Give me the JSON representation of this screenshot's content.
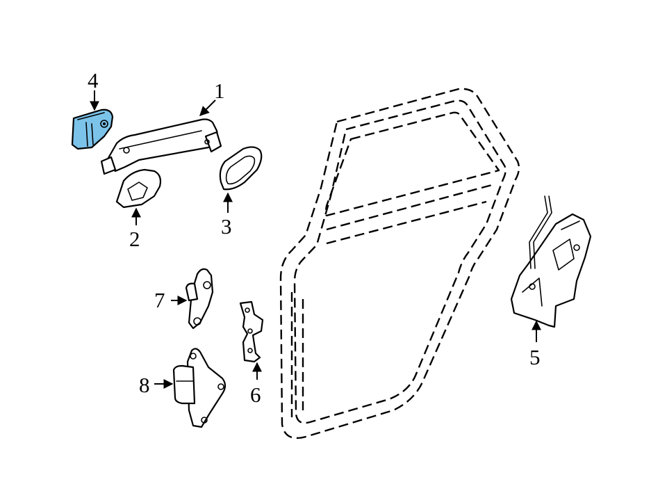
{
  "diagram": {
    "highlight_color": "#7cc3ea",
    "line_color": "#000000",
    "background": "#ffffff",
    "callouts": [
      {
        "id": "1",
        "text": "1"
      },
      {
        "id": "2",
        "text": "2"
      },
      {
        "id": "3",
        "text": "3"
      },
      {
        "id": "4",
        "text": "4"
      },
      {
        "id": "5",
        "text": "5"
      },
      {
        "id": "6",
        "text": "6"
      },
      {
        "id": "7",
        "text": "7"
      },
      {
        "id": "8",
        "text": "8"
      }
    ],
    "highlighted_part": "4"
  }
}
